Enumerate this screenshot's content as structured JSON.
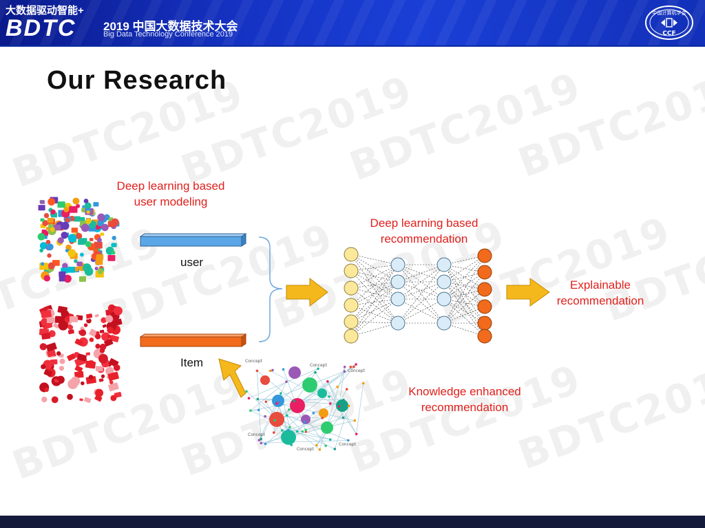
{
  "header": {
    "slogan": "大数据驱动智能+",
    "logo": "BDTC",
    "conference_cn": "2019 中国大数据技术大会",
    "conference_en": "Big Data Technology Conference 2019",
    "ccf_logo_text": "中国计算机学会",
    "ccf_logo_letters": "CCF"
  },
  "watermark_text": "BDTC2019",
  "title": "Our Research",
  "labels": {
    "user_modeling_line1": "Deep learning based",
    "user_modeling_line2": "user modeling",
    "dl_rec_line1": "Deep learning based",
    "dl_rec_line2": "recommendation",
    "explainable_line1": "Explainable",
    "explainable_line2": "recommendation",
    "kg_line1": "Knowledge enhanced",
    "kg_line2": "recommendation",
    "user": "user",
    "item": "Item"
  },
  "kg_node_label": "Concept",
  "colors": {
    "banner": "#1533c4",
    "accent_red": "#e0201c",
    "user_bar": "#5aa6e6",
    "item_bar": "#f26a1b",
    "arrow": "#f5b81c",
    "input_node": "#fbe89a",
    "hidden_node": "#d9ecf7",
    "output_node": "#f26a1b"
  }
}
